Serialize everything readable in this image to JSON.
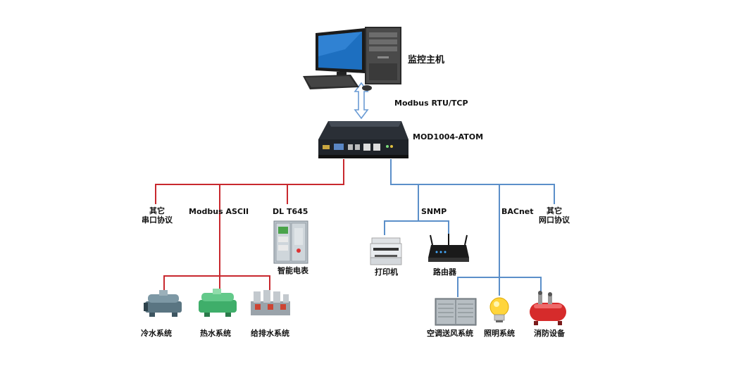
{
  "host": {
    "label": "监控主机"
  },
  "protocol_top": {
    "label": "Modbus RTU/TCP"
  },
  "gateway": {
    "label": "MOD1004-ATOM"
  },
  "serial": {
    "other_protocol": {
      "line1": "其它",
      "line2": "串口协议"
    },
    "modbus_ascii": {
      "label": "Modbus  ASCII"
    },
    "dl_t645": {
      "label": "DL  T645"
    },
    "smart_meter": {
      "label": "智能电表"
    },
    "chiller": {
      "label": "冷水系统"
    },
    "hot_water": {
      "label": "热水系统"
    },
    "water_supply": {
      "label": "给排水系统"
    }
  },
  "network": {
    "snmp": {
      "label": "SNMP"
    },
    "bacnet": {
      "label": "BACnet"
    },
    "other_protocol": {
      "line1": "其它",
      "line2": "网口协议"
    },
    "printer": {
      "label": "打印机"
    },
    "router": {
      "label": "路由器"
    },
    "hvac": {
      "label": "空调送风系统"
    },
    "lighting": {
      "label": "照明系统"
    },
    "fire": {
      "label": "消防设备"
    }
  },
  "colors": {
    "serial_line": "#c8282e",
    "network_line": "#5b8fc9",
    "arrow": "#6a9bd4"
  }
}
